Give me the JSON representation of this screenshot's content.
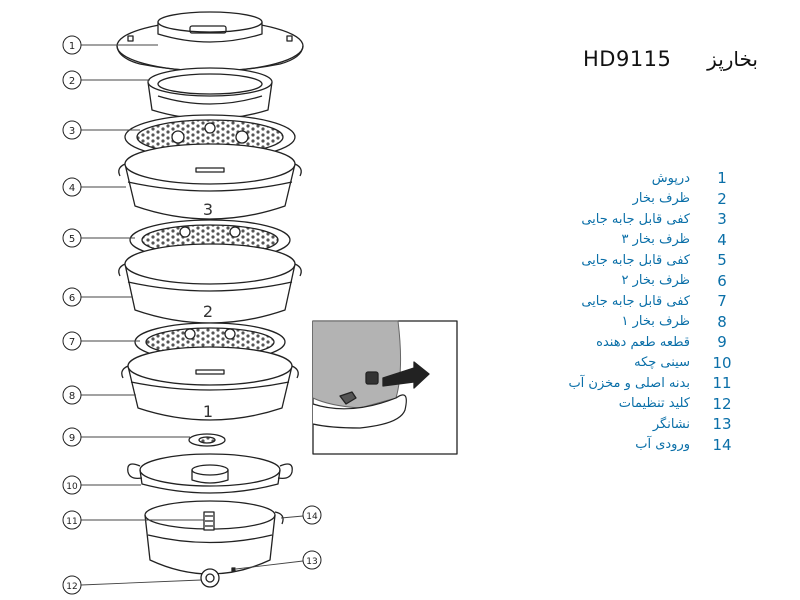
{
  "header": {
    "title": "بخارپز",
    "model": "HD9115"
  },
  "callouts": [
    "1",
    "2",
    "3",
    "4",
    "5",
    "6",
    "7",
    "8",
    "9",
    "10",
    "11",
    "12",
    "13",
    "14"
  ],
  "tier_labels": [
    "3",
    "2",
    "1"
  ],
  "legend": [
    {
      "num": "1",
      "name": "درپوش"
    },
    {
      "num": "2",
      "name": "ظرف بخار"
    },
    {
      "num": "3",
      "name": "کفی قابل جابه جایی"
    },
    {
      "num": "4",
      "name": "ظرف بخار ۳"
    },
    {
      "num": "5",
      "name": "کفی قابل جابه جایی"
    },
    {
      "num": "6",
      "name": "ظرف بخار ۲"
    },
    {
      "num": "7",
      "name": "کفی قابل جابه جایی"
    },
    {
      "num": "8",
      "name": "ظرف بخار ۱"
    },
    {
      "num": "9",
      "name": "قطعه طعم دهنده"
    },
    {
      "num": "10",
      "name": "سینی چکه"
    },
    {
      "num": "11",
      "name": "بدنه اصلی و مخزن آب"
    },
    {
      "num": "12",
      "name": "کلید تنظیمات"
    },
    {
      "num": "13",
      "name": "نشانگر"
    },
    {
      "num": "14",
      "name": "ورودی آب"
    }
  ],
  "colors": {
    "legend_text": "#0a6fa8",
    "line": "#222222"
  }
}
